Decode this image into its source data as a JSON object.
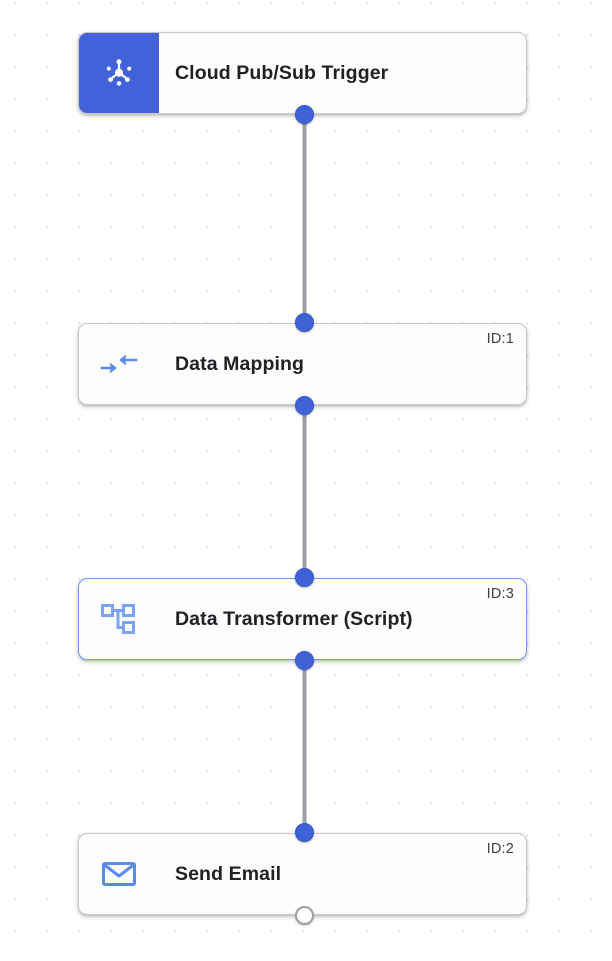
{
  "canvas": {
    "background_color": "#ffffff",
    "grid_dot_color": "#e3e3e5",
    "accent_color": "#4361d8",
    "selected_border_color": "#6f9bf0",
    "edge_color": "#9aa0a6"
  },
  "nodes": [
    {
      "key": "cloud-pubsub-trigger",
      "title": "Cloud Pub/Sub Trigger",
      "id_label": "",
      "icon": "pubsub-hub-icon",
      "icon_style": "filled",
      "selected": false,
      "input_handle": "none",
      "output_handle": "filled"
    },
    {
      "key": "data-mapping",
      "title": "Data Mapping",
      "id_label": "ID:1",
      "icon": "merge-arrows-icon",
      "icon_style": "outline",
      "selected": false,
      "input_handle": "filled",
      "output_handle": "filled"
    },
    {
      "key": "data-transformer-script",
      "title": "Data Transformer (Script)",
      "id_label": "ID:3",
      "icon": "schema-tree-icon",
      "icon_style": "outline",
      "selected": true,
      "input_handle": "filled",
      "output_handle": "filled"
    },
    {
      "key": "send-email",
      "title": "Send Email",
      "id_label": "ID:2",
      "icon": "envelope-icon",
      "icon_style": "outline",
      "selected": false,
      "input_handle": "filled",
      "output_handle": "hollow"
    }
  ],
  "edges": [
    {
      "key": "edge-1",
      "from": "cloud-pubsub-trigger",
      "to": "data-mapping"
    },
    {
      "key": "edge-2",
      "from": "data-mapping",
      "to": "data-transformer-script"
    },
    {
      "key": "edge-3",
      "from": "data-transformer-script",
      "to": "send-email"
    }
  ]
}
